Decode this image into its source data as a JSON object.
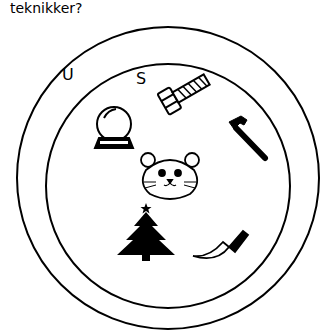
{
  "diagram": {
    "nodes": [
      {
        "text": [
          "U"
        ]
      },
      {
        "text": [
          "S"
        ],
        "in": 0
      }
    ],
    "labels": [
      "teknikker?"
    ]
  }
}
